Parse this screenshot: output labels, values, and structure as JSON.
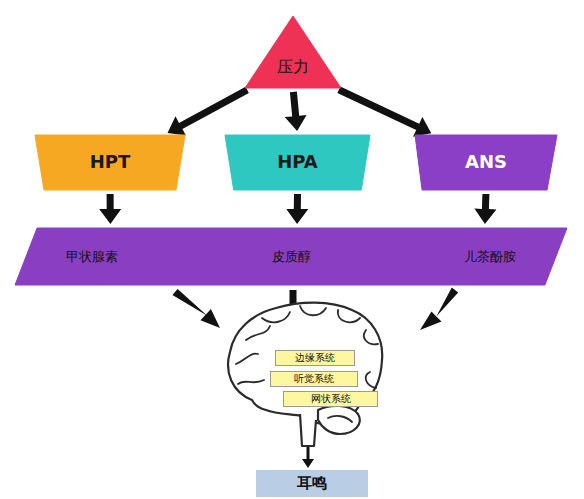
{
  "diagram": {
    "nodes": [
      {
        "text": [
          "压力"
        ]
      },
      {
        "text": [
          "HPT"
        ]
      },
      {
        "text": [
          "HPA"
        ]
      },
      {
        "text": [
          "ANS"
        ]
      },
      {
        "text": [
          "甲状腺素",
          "皮质醇",
          "儿茶酚胺"
        ]
      },
      {
        "text": [
          "边缘系统"
        ]
      },
      {
        "text": [
          "听觉系统"
        ]
      },
      {
        "text": [
          "网状系统"
        ]
      },
      {
        "text": [
          "耳鸣"
        ]
      }
    ],
    "edges": [
      {
        "from": 0,
        "to": 1,
        "arrow": "to"
      },
      {
        "from": 0,
        "to": 2,
        "arrow": "to"
      },
      {
        "from": 0,
        "to": 3,
        "arrow": "to"
      },
      {
        "from": 1,
        "to": 4,
        "arrow": "to"
      },
      {
        "from": 2,
        "to": 4,
        "arrow": "to"
      },
      {
        "from": 3,
        "to": 4,
        "arrow": "to"
      }
    ]
  }
}
